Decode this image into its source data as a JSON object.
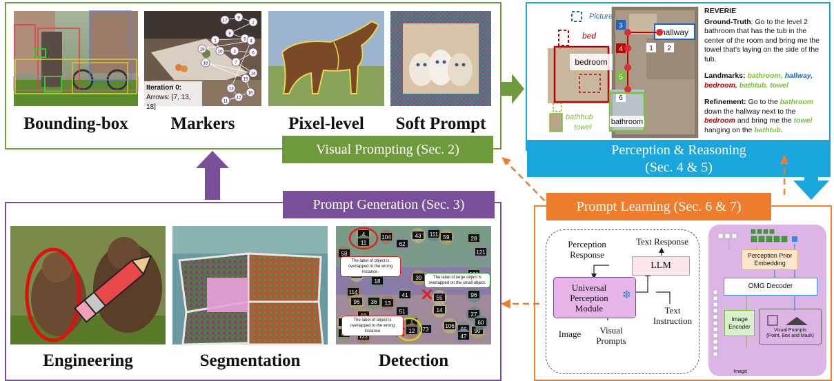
{
  "colors": {
    "green": "#6e9a3c",
    "blue": "#1aa6dd",
    "orange": "#ee7d2e",
    "purple": "#7a4f9a",
    "red": "#c00000",
    "teal_green": "#7bbf3a",
    "pink_module": "#e7b9e8",
    "mask_panel": "#dcb4e6"
  },
  "visual_prompting": {
    "label": "Visual Prompting (Sec. 2)",
    "captions": [
      "Bounding-box",
      "Markers",
      "Pixel-level",
      "Soft Prompt"
    ],
    "markers_iteration_title": "Iteration 0:",
    "markers_iteration_arrows": "Arrows: [7, 13, 18]",
    "marker_numbers": [
      "17",
      "9",
      "2",
      "8",
      "5",
      "1",
      "10",
      "3",
      "6",
      "7",
      "14",
      "18",
      "15",
      "16",
      "11",
      "12",
      "13",
      "4",
      "19"
    ]
  },
  "perception_reasoning": {
    "label_line1": "Perception & Reasoning",
    "label_line2": "(Sec. 4 & 5)",
    "map_labels": {
      "picture": "Picture",
      "bed": "bed",
      "hallway": "hallway",
      "bedroom": "bedroom",
      "bathhub": "bathhub",
      "towel": "towel",
      "bathroom": "bathroom",
      "nodes": [
        "3",
        "4",
        "5",
        "6",
        "1",
        "2"
      ]
    },
    "reverie_title": "REVERIE",
    "ground_truth_label": "Ground-Truth",
    "ground_truth_text": ": Go to the level 2 bathroom that has the tub in the center of the room and bring me the towel that's laying on the side of the tub.",
    "landmarks_label": "Landmarks:",
    "landmarks": [
      {
        "text": "bathroom,",
        "color": "#7bbf3a"
      },
      {
        "text": "hallway,",
        "color": "#1a66c8"
      },
      {
        "text": "bedroom,",
        "color": "#c00000"
      },
      {
        "text": "bathtub,",
        "color": "#7bbf3a"
      },
      {
        "text": "towel",
        "color": "#7bbf3a"
      }
    ],
    "refinement_label": "Refinement:",
    "refinement_parts": [
      {
        "text": " Go to the ",
        "color": "#111111"
      },
      {
        "text": "bathroom",
        "color": "#7bbf3a"
      },
      {
        "text": " down the hallway next to the ",
        "color": "#111111"
      },
      {
        "text": "bedroom",
        "color": "#c00000"
      },
      {
        "text": " and bring me the ",
        "color": "#111111"
      },
      {
        "text": "towel",
        "color": "#7bbf3a"
      },
      {
        "text": " hanging on the ",
        "color": "#111111"
      },
      {
        "text": "bathtub",
        "color": "#7bbf3a"
      },
      {
        "text": ".",
        "color": "#111111"
      }
    ]
  },
  "prompt_generation": {
    "label": "Prompt Generation (Sec. 3)",
    "captions": [
      "Engineering",
      "Segmentation",
      "Detection"
    ],
    "callouts": [
      "The label of object is overlapped to the wrong instance.",
      "The label of large object is overlapped on the small object.",
      "The label of object is overlapped to the wrong instance"
    ],
    "detection_numbers": [
      "4",
      "11",
      "104",
      "62",
      "43",
      "111",
      "59",
      "28",
      "58",
      "121",
      "63",
      "18",
      "39",
      "100",
      "114",
      "41",
      "55",
      "96",
      "96",
      "36",
      "13",
      "51",
      "14",
      "27",
      "19",
      "1",
      "12",
      "73",
      "106",
      "66",
      "90",
      "64",
      "122",
      "47",
      "18",
      "60"
    ]
  },
  "prompt_learning": {
    "label": "Prompt Learning (Sec. 6 & 7)",
    "left": {
      "perception_response": "Perception Response",
      "text_response": "Text Response",
      "llm": "LLM",
      "module": "Universal Perception Module",
      "image": "Image",
      "visual_prompts": "Visual Prompts",
      "text_instruction": "Text Instruction"
    },
    "right": {
      "prior_embedding": "Perception Prior Embedding",
      "decoder": "OMG Decoder",
      "image_encoder": "Image Encoder",
      "visual_prompts": "Visual Prompts",
      "visual_prompts_sub": "(Point, Box and Mask)",
      "image": "Image"
    }
  }
}
